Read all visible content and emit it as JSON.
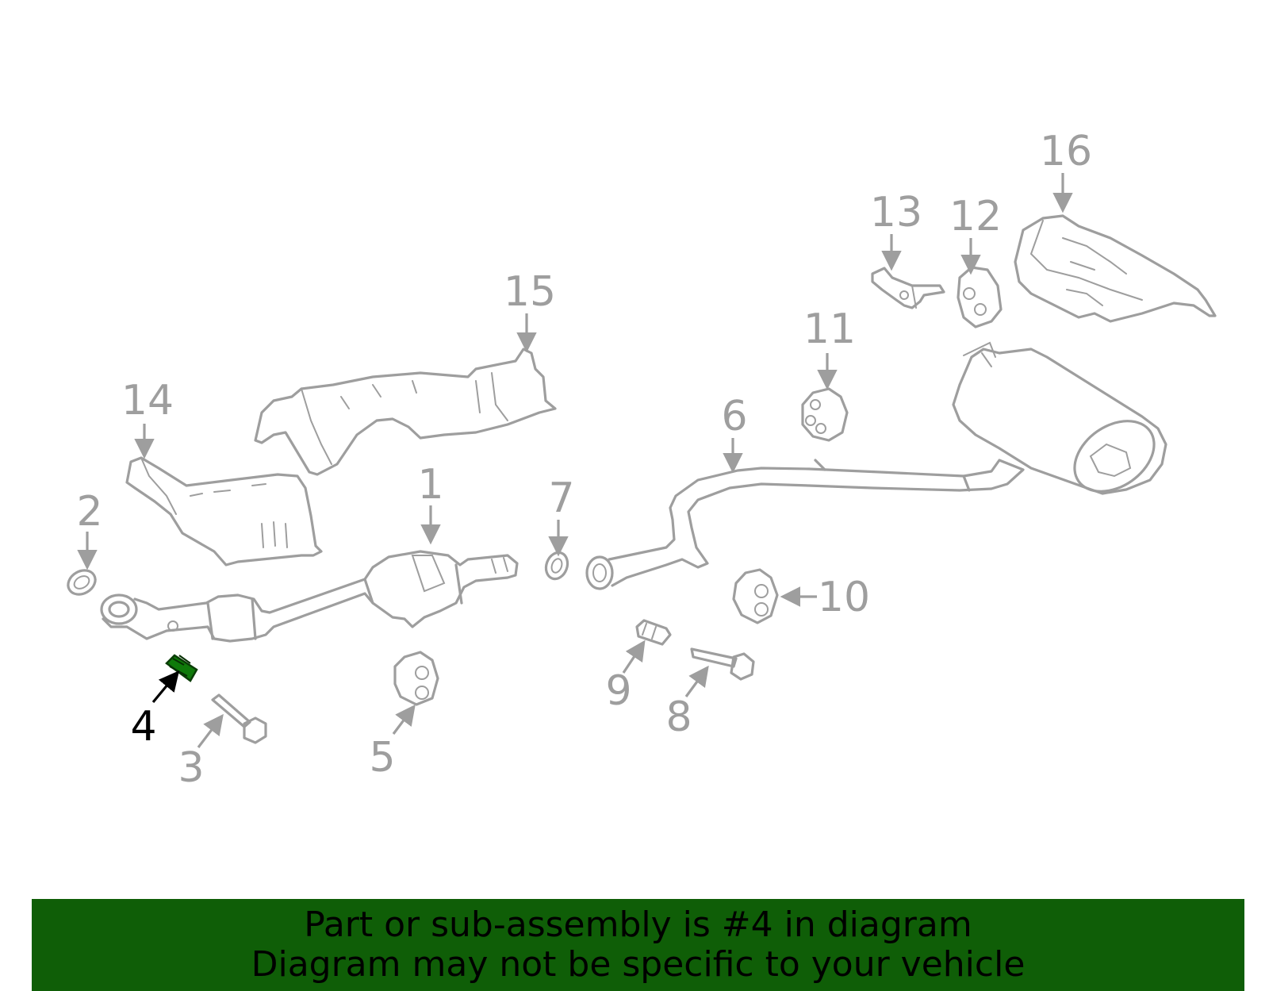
{
  "diagram": {
    "highlighted_part": "4",
    "highlight_color": "#0f7a0a",
    "part_color": "#9e9e9e",
    "callouts": [
      "1",
      "2",
      "3",
      "4",
      "5",
      "6",
      "7",
      "8",
      "9",
      "10",
      "11",
      "12",
      "13",
      "14",
      "15",
      "16"
    ]
  },
  "banner": {
    "background": "#0f5e07",
    "line1": "Part or sub-assembly is #4 in diagram",
    "line2": "Diagram may not be specific to your vehicle"
  }
}
